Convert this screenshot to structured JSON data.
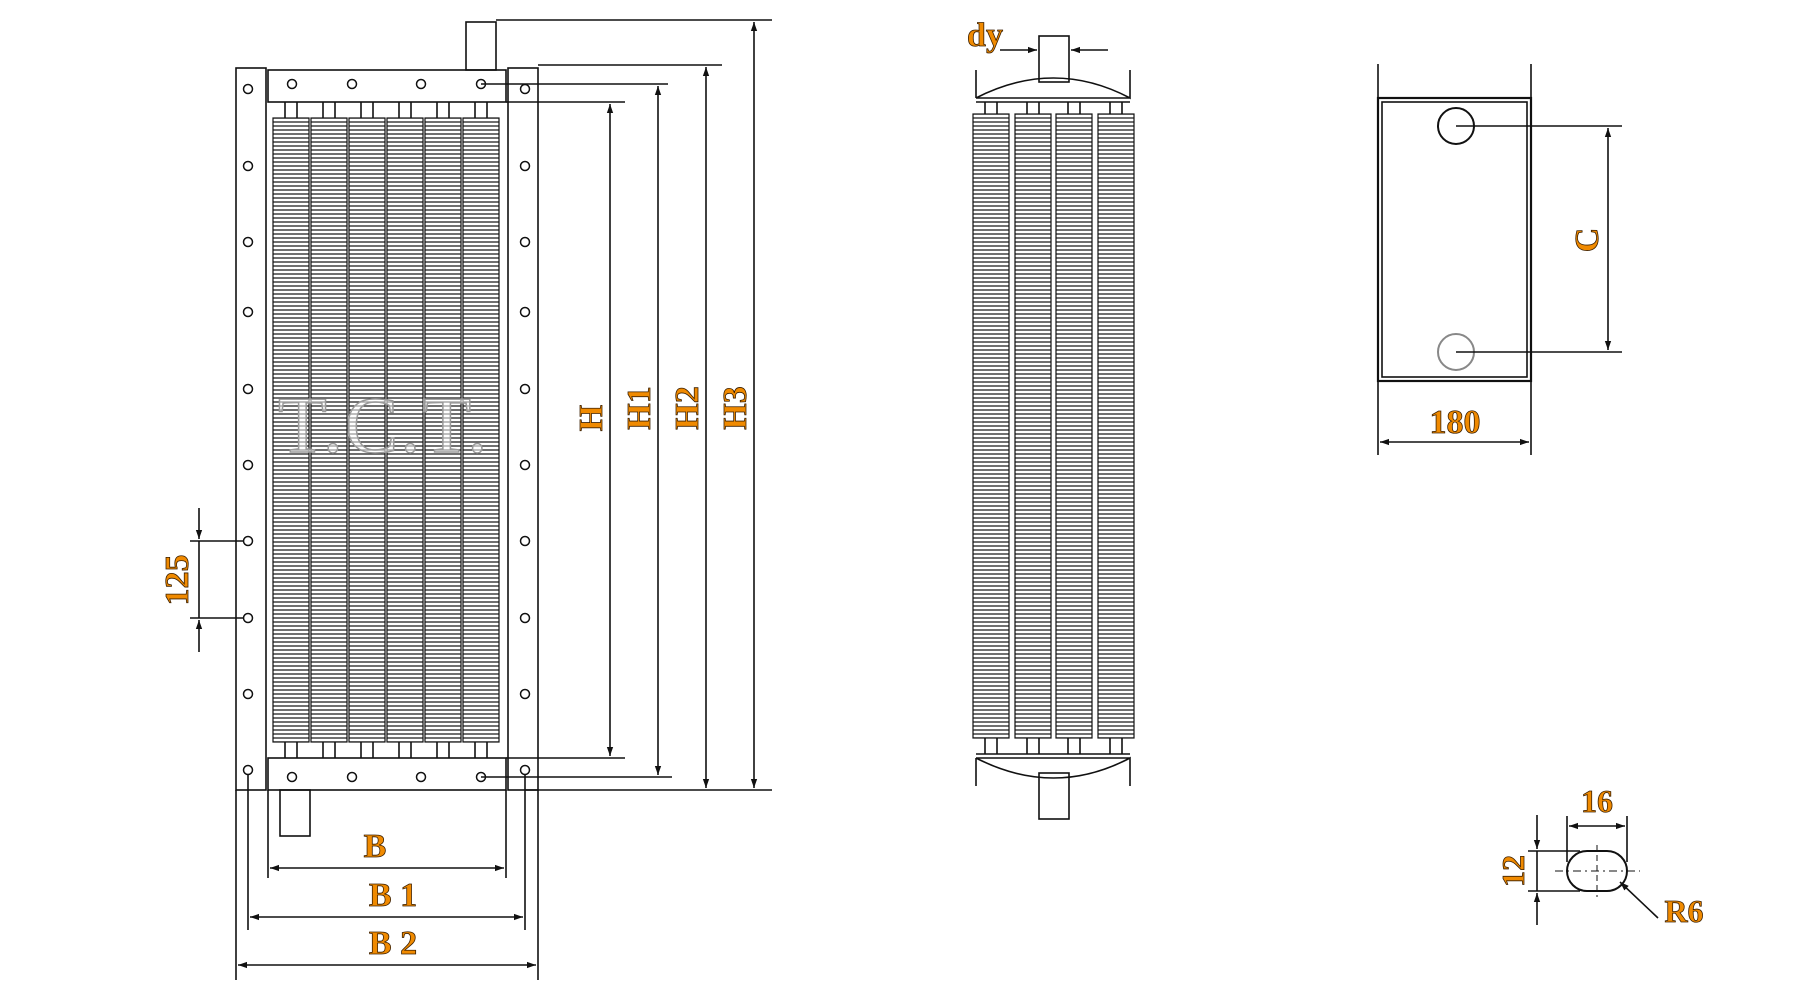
{
  "watermark": "T.C.T.",
  "labels": {
    "H": "H",
    "H1": "H1",
    "H2": "H2",
    "H3": "H3",
    "pitch": "125",
    "B": "B",
    "B1": "B 1",
    "B2": "B 2",
    "dy": "dy",
    "C": "C",
    "width": "180",
    "slot_width": "16",
    "slot_height": "12",
    "radius": "R6"
  },
  "colors": {
    "label_fill": "#f08a00",
    "line": "#111111"
  }
}
